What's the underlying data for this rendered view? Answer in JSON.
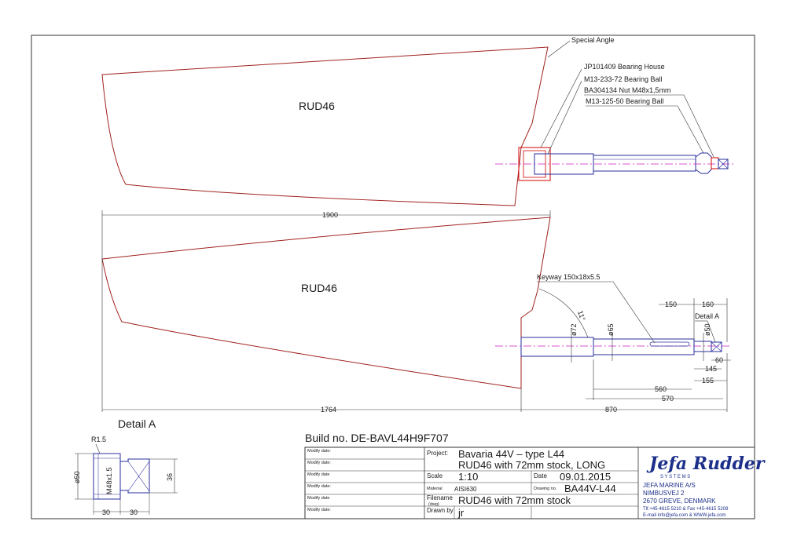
{
  "drawing": {
    "rudder_top_label": "RUD46",
    "rudder_bottom_label": "RUD46",
    "callouts": {
      "special_angle": "Special Angle",
      "bearing_house": "JP101409 Bearing House",
      "bearing_ball_1": "M13-233-72 Bearing Ball",
      "nut": "BA304134 Nut M48x1,5mm",
      "bearing_ball_2": "M13-125-50 Bearing Ball",
      "keyway": "Keyway 150x18x5.5",
      "detail_ref": "Detail A"
    },
    "dimensions": {
      "overall_length": "1900",
      "blade_length": "1764",
      "stock_length": "870",
      "d560": "560",
      "d570": "570",
      "d150": "150",
      "d160": "160",
      "d145": "145",
      "d155": "155",
      "d60": "60",
      "dia72": "ø72",
      "dia65": "ø65",
      "dia50": "ø50",
      "angle": "11°"
    },
    "detail": {
      "title": "Detail A",
      "r15": "R1.5",
      "dia50": "ø50",
      "thread": "M48x1.5",
      "w36": "36",
      "w30a": "30",
      "w30b": "30"
    }
  },
  "title_block": {
    "build_no": "Build no. DE-BAVL44H9F707",
    "modify_label": "Modify date:",
    "modify_label_short": "Modify date",
    "project_label": "Project:",
    "project_line1": "Bavaria 44V  –  type L44",
    "project_line2": "RUD46 with 72mm stock, LONG",
    "scale_label": "Scale",
    "scale_value": "1:10",
    "date_label": "Date",
    "date_value": "09.01.2015",
    "material_label": "Material",
    "material_value": "AISI630",
    "drawing_no_label": "Drawing no.",
    "drawing_no_value": "BA44V-L44",
    "filename_label": "Filename",
    "filename_sub": "(dwg)",
    "filename_value": "RUD46 with 72mm stock",
    "drawn_by_label": "Drawn by",
    "drawn_by_value": "jr"
  },
  "company": {
    "logo": "Jefa Rudder",
    "logo_sub": "S Y S T E M S",
    "name": "JEFA MARINE A/S",
    "street": "NIMBUSVEJ 2",
    "city": "2670 GREVE, DENMARK",
    "phone": "Tlf.+45-4615 5210 & Fax +45-4615 5208",
    "contact": "E-mail  info@jefa.com  & WWW.jefa.com"
  },
  "colors": {
    "outline": "#a0221e",
    "stock": "#2a2f9e",
    "centerline": "#d21fbf",
    "bearing": "#d40000",
    "logo": "#1c2f8a"
  }
}
